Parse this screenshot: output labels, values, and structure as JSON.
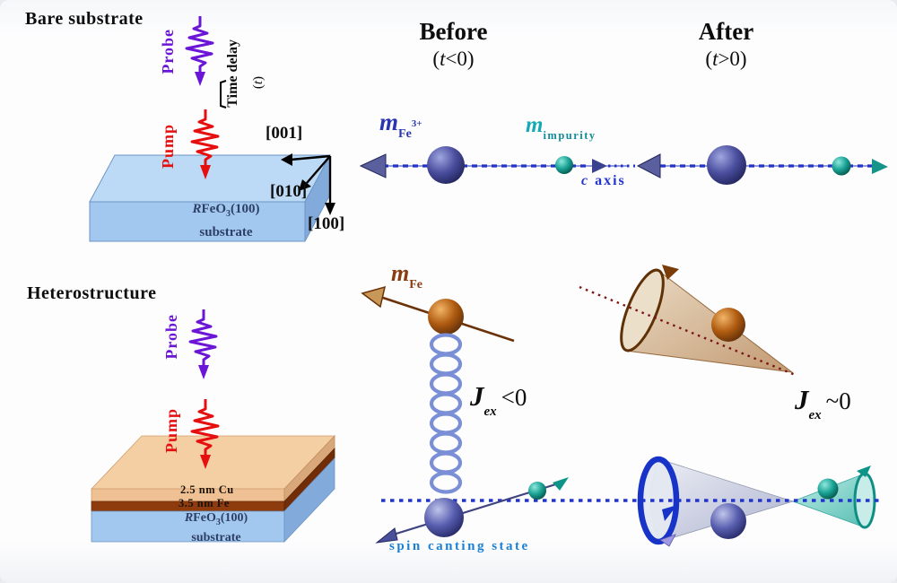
{
  "figure": {
    "bare": {
      "title": "Bare substrate",
      "probe": "Probe",
      "pump": "Pump",
      "time_delay": "Time delay",
      "time_delay_open": "(",
      "time_delay_t": "t",
      "time_delay_close": ")",
      "axis_001": "[001]",
      "axis_010": "[010]",
      "axis_100": "[100]",
      "substrate_r": "R",
      "substrate_feo": "FeO",
      "substrate_3": "3",
      "substrate_100": "(100)",
      "substrate_word": "substrate"
    },
    "hetero": {
      "title": "Heterostructure",
      "probe": "Probe",
      "pump": "Pump",
      "cu_layer": "2.5 nm Cu",
      "fe_layer": "3.5 nm Fe",
      "substrate_r": "R",
      "substrate_feo": "FeO",
      "substrate_3": "3",
      "substrate_100": "(100)",
      "substrate_word": "substrate"
    },
    "before": {
      "title": "Before",
      "cond_open": "(",
      "cond_t": "t",
      "cond_rest": "<0)",
      "m_fe_m": "m",
      "m_fe_sub": "Fe",
      "m_fe_sup": "3+",
      "m_imp_m": "m",
      "m_imp_sub": "impurity",
      "c_axis_c": "c",
      "c_axis_word": "axis"
    },
    "after": {
      "title": "After",
      "cond_open": "(",
      "cond_t": "t",
      "cond_rest": ">0)"
    },
    "coupled": {
      "m_fe_m": "m",
      "m_fe_sub": "Fe",
      "j": "J",
      "j_sub": "ex",
      "j_rel": "<0",
      "spin_canting": "spin canting state"
    },
    "decoupled": {
      "j": "J",
      "j_sub": "ex",
      "j_rel": "~0"
    }
  },
  "colors": {
    "probe": "#6b16d6",
    "pump": "#e60f0f",
    "spin_axis_blue": "#2134c4",
    "c_axis_text": "#2134cd",
    "m_fe3_label": "#2a35b0",
    "m_impurity_label": "#14aab4",
    "m_fe_label": "#8a3c10",
    "spin_canting_label": "#1b7fd4",
    "substrate_blue": "#a3c8ef",
    "cu_layer_tan": "#f0c79c",
    "fe_layer_brown": "#8e3c0e"
  }
}
